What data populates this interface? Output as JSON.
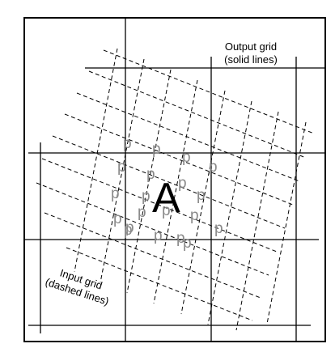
{
  "labels": {
    "output_grid_line1": "Output grid",
    "output_grid_line2": "(solid lines)",
    "input_grid_line1": "Input grid",
    "input_grid_line2": "(dashed lines)",
    "center_letter": "A",
    "sample_marker": "p"
  },
  "colors": {
    "lines": "#000000",
    "sample_marker": "#8a8a8a",
    "background": "#ffffff"
  },
  "sample_count": 20
}
